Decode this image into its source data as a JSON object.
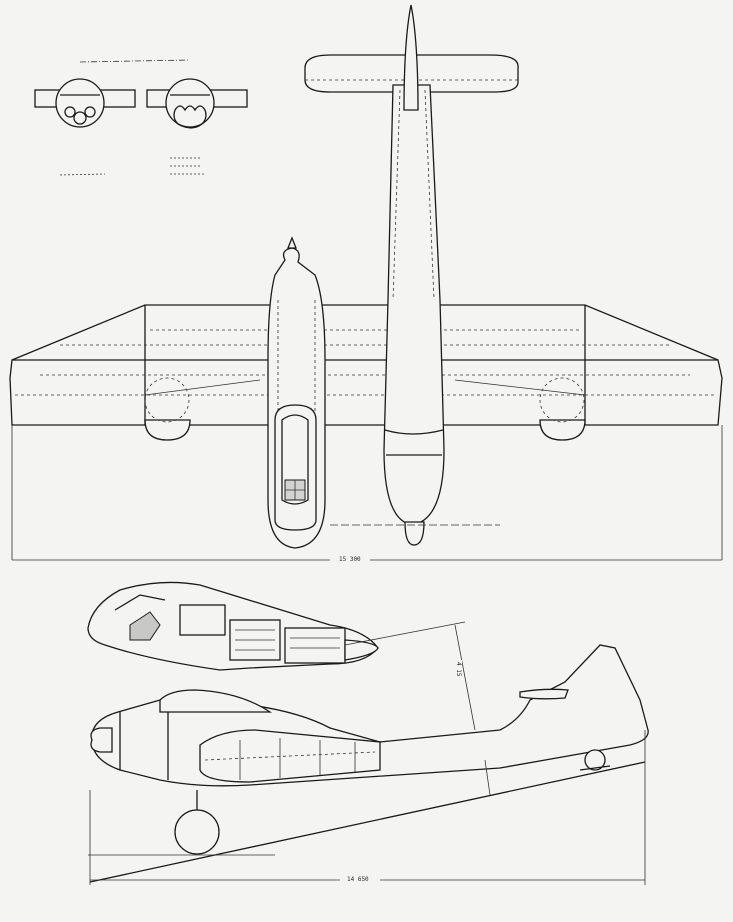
{
  "drawing": {
    "dimensions": {
      "span": "15 300",
      "length": "14 650",
      "height": "4 15"
    }
  }
}
